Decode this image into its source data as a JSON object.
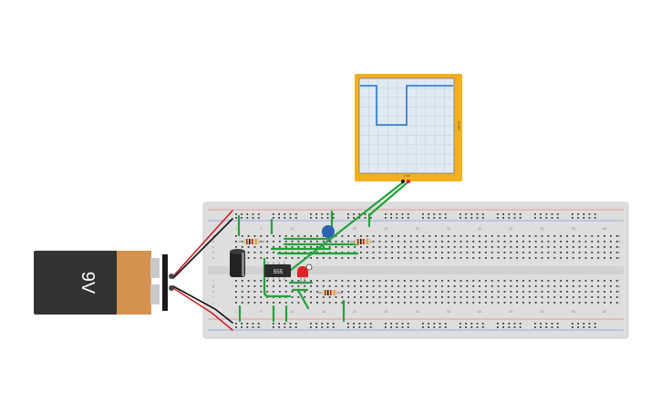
{
  "battery": {
    "label": "9V",
    "body_color": "#333333",
    "cap_color": "#d4914f"
  },
  "chip": {
    "label": "555",
    "color": "#2b2b2b"
  },
  "oscilloscope": {
    "frame_color": "#f2b01e",
    "screen_color": "#dfeaf2",
    "trace_color": "#1f6fc4",
    "side_label": "5V/div",
    "bottom_label": "1 ms"
  },
  "breadboard": {
    "color": "#dedede",
    "hole_color": "#3a3a3a",
    "row_letters_top": [
      "a",
      "b",
      "c",
      "d",
      "e"
    ],
    "row_letters_bottom": [
      "f",
      "g",
      "h",
      "i",
      "j"
    ],
    "column_numbers": [
      "1",
      "5",
      "10",
      "15",
      "20",
      "25",
      "30",
      "35",
      "40",
      "45",
      "50",
      "55",
      "60"
    ]
  },
  "colors": {
    "wire_green": "#22a33a",
    "wire_red": "#d11f1f",
    "wire_black": "#111111",
    "led_red": "#e02424",
    "cap_blue": "#2b63b3",
    "cap_electrolytic": "#222222",
    "resistor_body": "#e3c9a0"
  }
}
